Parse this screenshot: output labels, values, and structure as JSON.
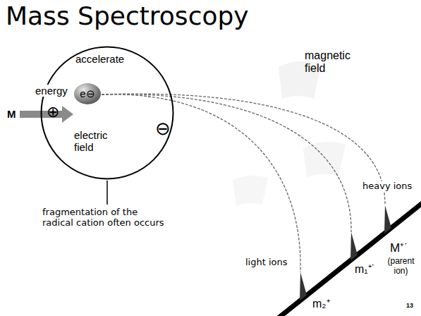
{
  "diagram": {
    "title": "Mass Spectroscopy",
    "nodes": [
      {
        "text": [
          "accelerate",
          "electric field"
        ]
      },
      {
        "text": [
          "e⊖"
        ],
        "in": 0
      }
    ],
    "labels": [
      "M",
      "energy",
      "⊕",
      "⊖",
      "fragmentation of the radical cation often occurs",
      "magnetic field",
      "heavy ions",
      "light ions",
      "M⁺˙",
      "(parent ion)",
      "m₁⁺˙",
      "m₂⁺",
      "13"
    ]
  }
}
